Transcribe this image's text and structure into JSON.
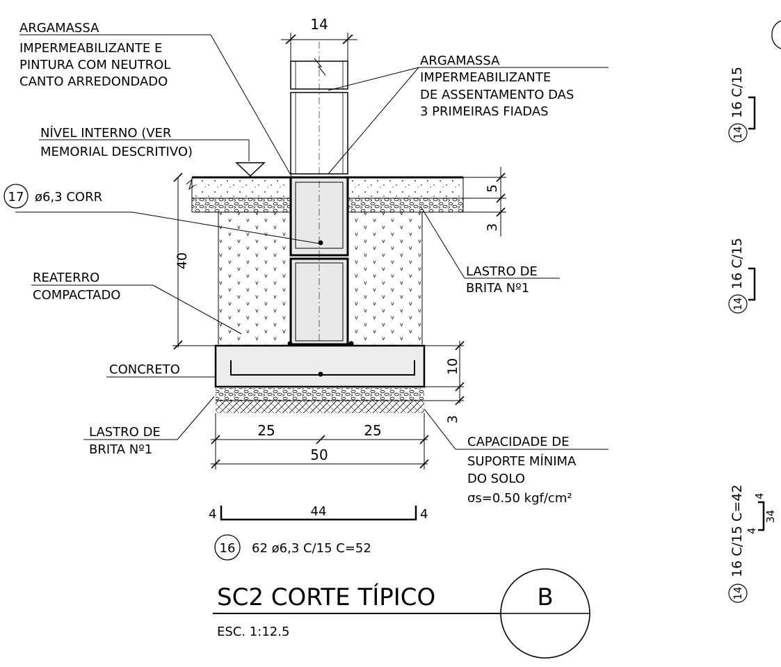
{
  "labels": {
    "arg1": [
      "ARGAMASSA",
      "IMPERMEABILIZANTE E",
      "PINTURA COM NEUTROL",
      "CANTO ARREDONDADO"
    ],
    "arg2": [
      "ARGAMASSA",
      "IMPERMEABILIZANTE",
      "DE ASSENTAMENTO DAS",
      "3 PRIMEIRAS FIADAS"
    ],
    "nivel": [
      "NÍVEL INTERNO (VER",
      "MEMORIAL DESCRITIVO)"
    ],
    "bar17_num": "17",
    "bar17_text": "ø6,3 CORR",
    "reaterro": [
      "REATERRO",
      "COMPACTADO"
    ],
    "lastro_r": [
      "LASTRO DE",
      "BRITA Nº1"
    ],
    "concreto": "CONCRETO",
    "lastro_l": [
      "LASTRO DE",
      "BRITA Nº1"
    ],
    "capacidade": [
      "CAPACIDADE DE",
      "SUPORTE MÍNIMA",
      "DO SOLO",
      "σs=0.50 kgf/cm²"
    ]
  },
  "dims": {
    "d14": "14",
    "d5": "5",
    "d3a": "3",
    "d40": "40",
    "d10": "10",
    "d3b": "3",
    "d25a": "25",
    "d25b": "25",
    "d50": "50"
  },
  "bar16": {
    "left": "4",
    "mid": "44",
    "right": "4",
    "num": "16",
    "text": "62 ø6,3 C/15 C=52"
  },
  "title": {
    "main": "SC2 CORTE TÍPICO",
    "scale": "ESC. 1:12.5",
    "detail": "B"
  },
  "right_bars": [
    {
      "num": "14",
      "text": "16 C/15"
    },
    {
      "num": "14",
      "text": "16 C/15"
    },
    {
      "num": "14",
      "text": "16 C/15 C=42",
      "d_top": "4",
      "d_len": "34",
      "d_bot": "4"
    }
  ]
}
